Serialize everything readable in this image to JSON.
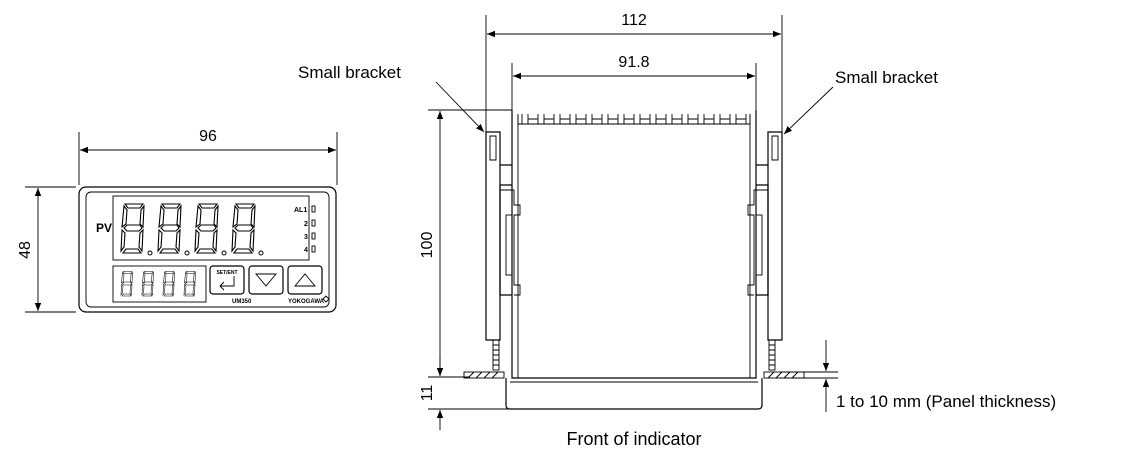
{
  "front_view": {
    "width_dim": "96",
    "height_dim": "48",
    "pv_label": "PV",
    "alarm_labels": [
      "AL1",
      "2",
      "3",
      "4"
    ],
    "set_ent_label": "SET/ENT",
    "brand_model": "UM350",
    "brand_company": "YOKOGAWA"
  },
  "side_view": {
    "overall_width_dim": "112",
    "inner_width_dim": "91.8",
    "depth_dim": "100",
    "front_depth_dim": "11",
    "bracket_label_left": "Small bracket",
    "bracket_label_right": "Small bracket",
    "panel_thickness_note": "1 to 10 mm (Panel thickness)",
    "caption": "Front of indicator"
  },
  "icons": [
    "enter-key-icon",
    "down-triangle-icon",
    "up-triangle-icon",
    "yokogawa-diamond-icon"
  ]
}
